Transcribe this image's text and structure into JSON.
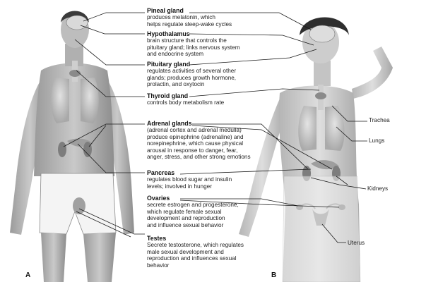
{
  "labels": {
    "pineal": {
      "name": "Pineal gland",
      "desc": "produces melatonin, which\nhelps regulate sleep-wake cycles"
    },
    "hypothalamus": {
      "name": "Hypothalamus",
      "desc": "brain structure that controls the\npituitary gland; links nervous system\nand endocrine system"
    },
    "pituitary": {
      "name": "Pituitary gland",
      "desc": "regulates activities of several other\nglands; produces growth hormone,\nprolactin, and oxytocin"
    },
    "thyroid": {
      "name": "Thyroid gland",
      "desc": "controls body metabolism rate"
    },
    "adrenal": {
      "name": "Adrenal glands",
      "desc": "(adrenal cortex and adrenal medulla)\nproduce epinephrine (adrenaline) and\nnorepinephrine, which cause physical\narousal in response to danger, fear,\nanger, stress, and other strong emotions"
    },
    "pancreas": {
      "name": "Pancreas",
      "desc": "regulates blood sugar and insulin\nlevels; involved in hunger"
    },
    "ovaries": {
      "name": "Ovaries",
      "desc": "secrete estrogen and progesterone,\nwhich regulate female sexual\ndevelopment and reproduction\nand influence sexual behavior"
    },
    "testes": {
      "name": "Testes",
      "desc": "Secrete testosterone, which regulates\nmale sexual development and\nreproduction and influences sexual\nbehavior"
    }
  },
  "side_labels": {
    "trachea": "Trachea",
    "lungs": "Lungs",
    "kidneys": "Kidneys",
    "uterus": "Uterus"
  },
  "panel_letters": {
    "a": "A",
    "b": "B"
  }
}
